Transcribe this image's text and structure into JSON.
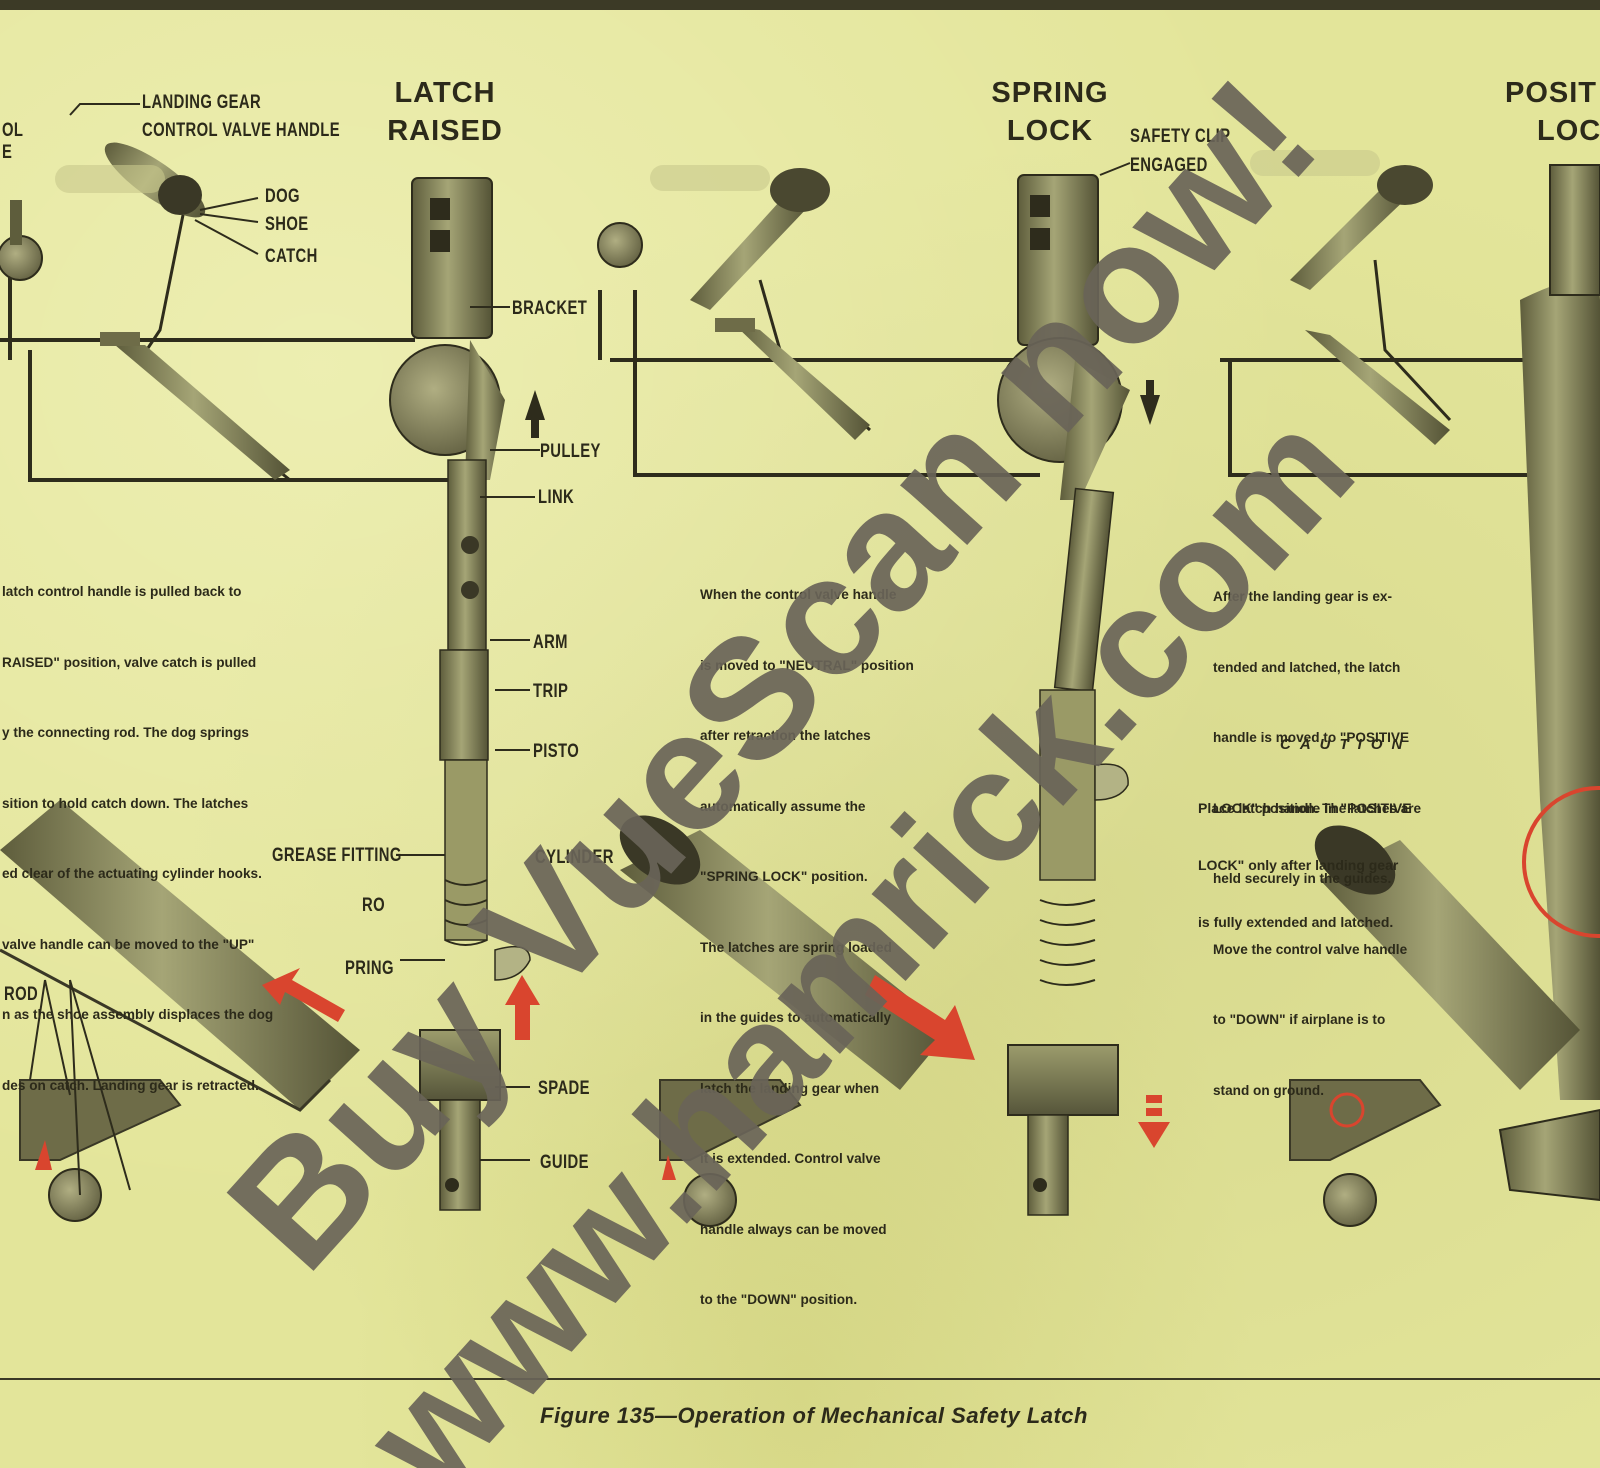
{
  "panels": [
    {
      "heading_line1": "",
      "heading_line2": ""
    },
    {
      "heading_line1": "LATCH",
      "heading_line2": "RAISED"
    },
    {
      "heading_line1": "SPRING",
      "heading_line2": "LOCK"
    },
    {
      "heading_line1": "POSIT",
      "heading_line2": "LOC"
    }
  ],
  "labels": {
    "landing_gear": "LANDING GEAR",
    "control_valve_handle": "CONTROL VALVE HANDLE",
    "left_cut_1": "OL",
    "left_cut_2": "E",
    "dog": "DOG",
    "shoe": "SHOE",
    "catch": "CATCH",
    "bracket": "BRACKET",
    "pulley": "PULLEY",
    "link": "LINK",
    "arm": "ARM",
    "trip": "TRIP",
    "piston": "PISTO",
    "grease_fitting": "GREASE FITTING",
    "cylinder": "CYLINDER",
    "rod_center": "RO",
    "spring": "PRING",
    "spade": "SPADE",
    "guide": "GUIDE",
    "rod_left": "ROD",
    "safety_clip": "SAFETY CLIP",
    "engaged": "ENGAGED"
  },
  "paragraphs": {
    "left": [
      "latch control handle is pulled back to",
      "RAISED\" position, valve catch is pulled",
      "y the connecting rod. The dog springs",
      "sition to hold catch down. The latches",
      "ed clear of the actuating cylinder hooks.",
      "valve handle can be moved to the \"UP\"",
      "n as the shoe assembly displaces the dog",
      "des on catch. Landing gear is retracted."
    ],
    "middle": [
      "When the control valve handle",
      "is moved to \"NEUTRAL\" position",
      "after retraction the latches",
      "automatically assume the",
      "\"SPRING LOCK\" position.",
      "The latches are spring loaded",
      "in the guides to automatically",
      "latch the landing gear when",
      "it is extended. Control valve",
      "handle always can be moved",
      "to the \"DOWN\" position."
    ],
    "right": [
      "After the landing gear is ex-",
      "tended and latched, the latch",
      "handle is moved to \"POSITIVE",
      "LOCK\" position. The latches are",
      "held securely in the guides.",
      "Move the control valve handle",
      "to \"DOWN\" if airplane is to",
      "stand on ground."
    ]
  },
  "caution": {
    "heading": "CAUTION",
    "lines": [
      "Place latch handle in \"POSITIVE",
      "LOCK\" only after landing gear",
      "is fully extended and latched."
    ]
  },
  "caption": "Figure 135—Operation of Mechanical Safety Latch",
  "watermark": {
    "line1": "Buy VueScan now!",
    "line2": "www.hamrick.com"
  },
  "colors": {
    "paper": "#e3e59a",
    "ink": "#2c2a1a",
    "metal": "#8a8a5c",
    "red_arrow": "#d9452e",
    "watermark": "#69645a"
  },
  "icons": [
    "red-arrow-icon",
    "red-circle-highlight-icon"
  ]
}
